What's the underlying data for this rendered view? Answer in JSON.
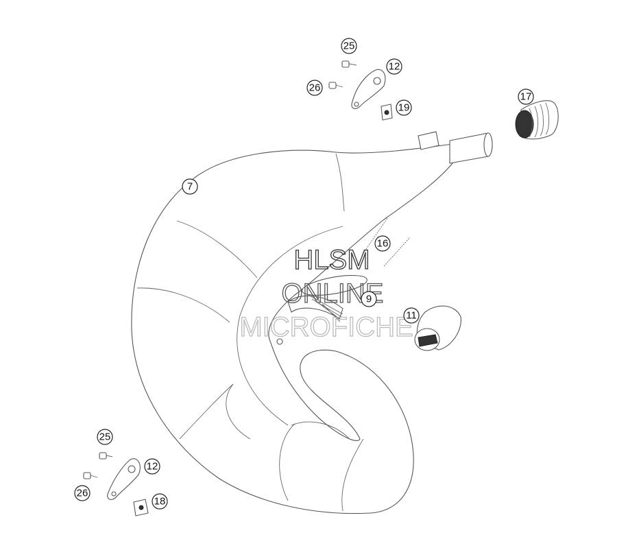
{
  "diagram": {
    "callouts": [
      {
        "id": "c25a",
        "label": "25"
      },
      {
        "id": "c12a",
        "label": "12"
      },
      {
        "id": "c26a",
        "label": "26"
      },
      {
        "id": "c19",
        "label": "19"
      },
      {
        "id": "c17",
        "label": "17"
      },
      {
        "id": "c7",
        "label": "7"
      },
      {
        "id": "c16",
        "label": "16"
      },
      {
        "id": "c9",
        "label": "9"
      },
      {
        "id": "c11",
        "label": "11"
      },
      {
        "id": "c25b",
        "label": "25"
      },
      {
        "id": "c12b",
        "label": "12"
      },
      {
        "id": "c26b",
        "label": "26"
      },
      {
        "id": "c18",
        "label": "18"
      }
    ]
  },
  "watermark": {
    "line1": "HLSM",
    "line2": "ONLINE",
    "line3": "MICROFICHE"
  }
}
